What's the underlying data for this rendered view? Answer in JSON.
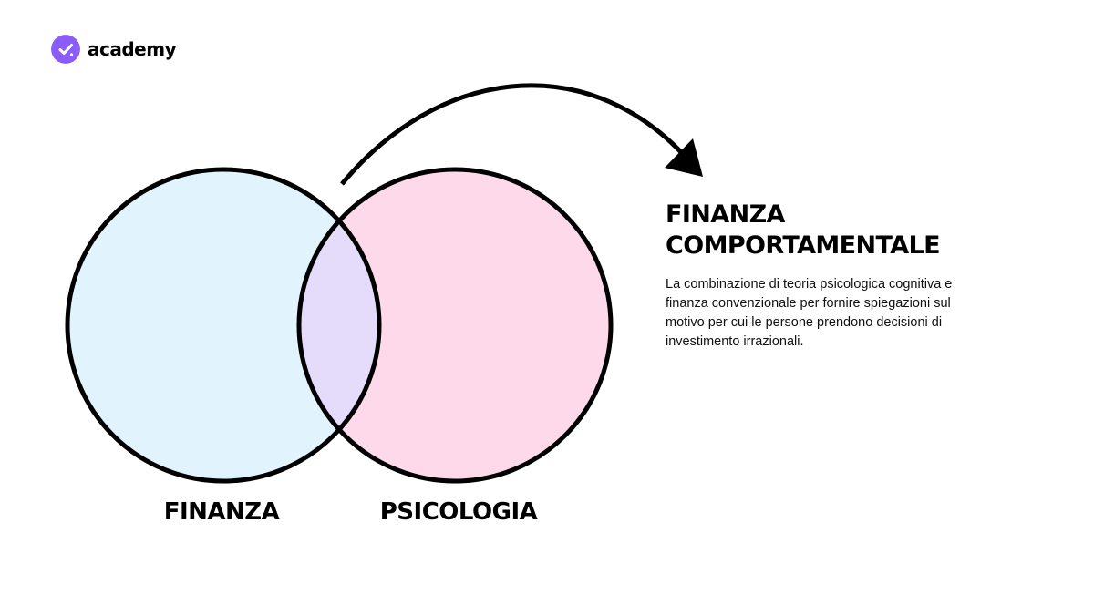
{
  "brand": {
    "name": "academy",
    "logo_icon": "checkmark-badge-icon",
    "logo_color": "#8b5cf6"
  },
  "diagram": {
    "type": "venn",
    "left_set": {
      "label": "FINANZA",
      "fill": "#e1f3fd"
    },
    "right_set": {
      "label": "PSICOLOGIA",
      "fill": "#fdd9ea"
    },
    "intersection_fill": "#e5dbfb",
    "outline": "#000000",
    "arrow_icon": "curved-arrow-icon"
  },
  "concept": {
    "title": "FINANZA\nCOMPORTAMENTALE",
    "description": "La combinazione di teoria psicologica cognitiva e finanza convenzionale per fornire spiegazioni sul motivo per cui le persone prendono decisioni di investimento irrazionali."
  }
}
